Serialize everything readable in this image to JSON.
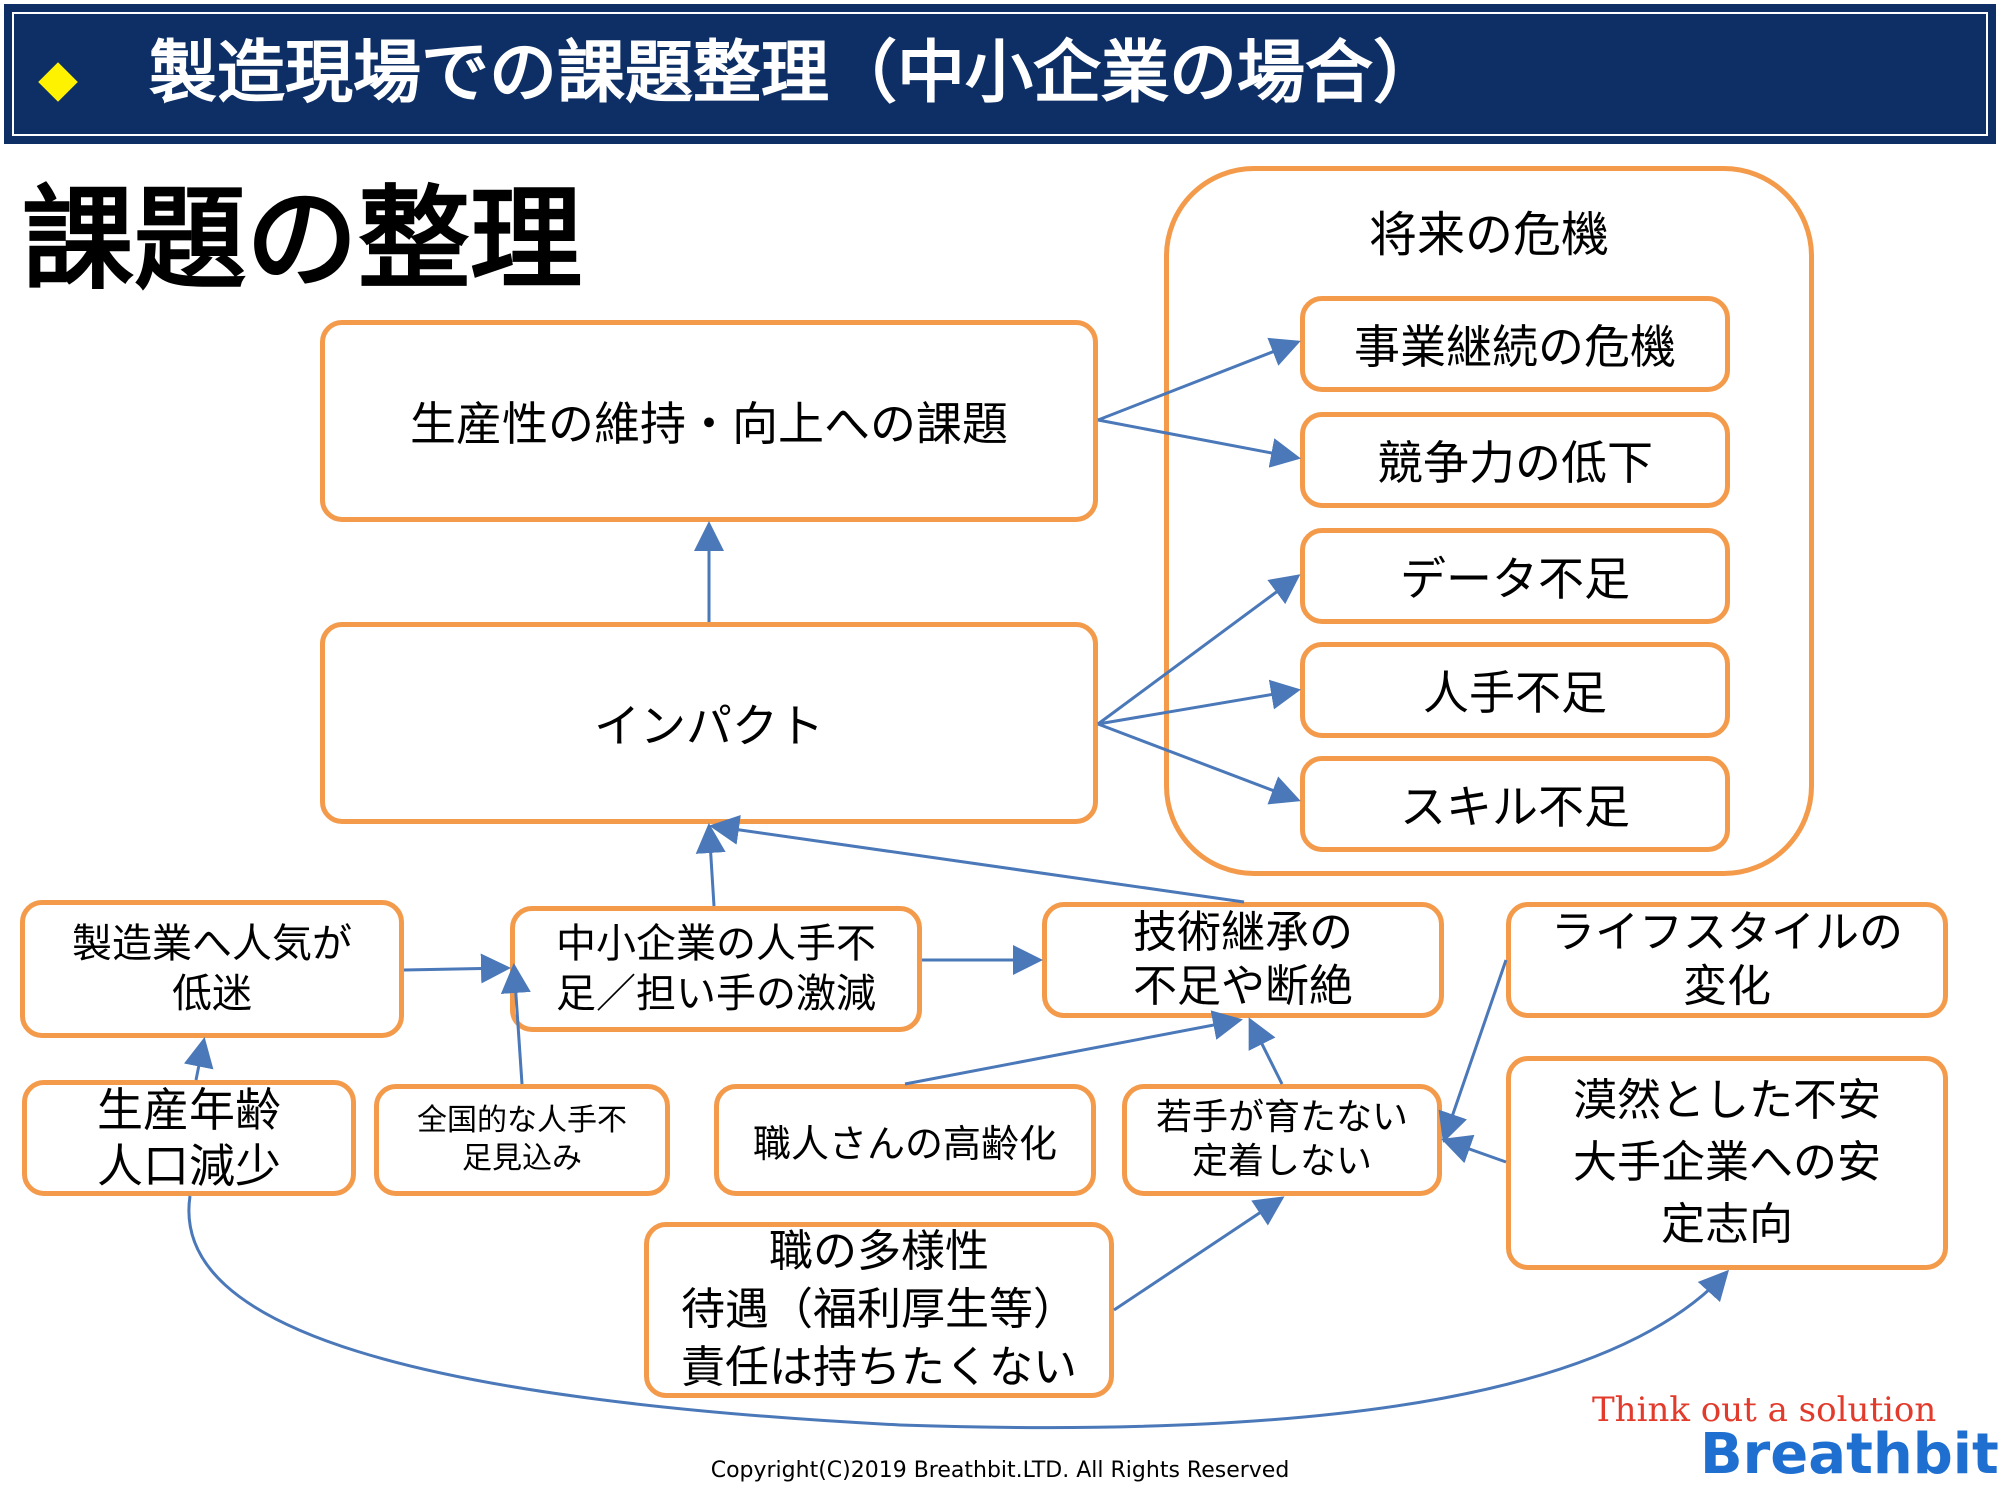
{
  "header": {
    "title": "製造現場での課題整理（中小企業の場合）",
    "bar_color": "#0d2f66",
    "bullet_color": "#fff200"
  },
  "section_title": "課題の整理",
  "future_crisis": {
    "title": "将来の危機",
    "items": [
      "事業継続の危機",
      "競争力の低下",
      "データ不足",
      "人手不足",
      "スキル不足"
    ]
  },
  "nodes": {
    "productivity": "生産性の維持・向上への課題",
    "impact": "インパクト",
    "unpopular": "製造業へ人気が\n低迷",
    "shortage": "中小企業の人手不\n足／担い手の激減",
    "tech_transfer": "技術継承の\n不足や断絶",
    "lifestyle": "ライフスタイルの\n変化",
    "working_age": "生産年齢\n人口減少",
    "nationwide": "全国的な人手不\n足見込み",
    "aging": "職人さんの高齢化",
    "young": "若手が育たない\n定着しない",
    "anxiety": "漠然とした不安\n大手企業への安\n定志向",
    "diversity": "職の多様性\n待遇（福利厚生等）\n責任は持ちたくない"
  },
  "colors": {
    "box_border": "#f39a4b",
    "arrow": "#4a78b8"
  },
  "footer": {
    "tagline": "Think out a solution",
    "brand": "Breathbit",
    "copyright": "Copyright(C)2019 Breathbit.LTD. All Rights Reserved"
  }
}
